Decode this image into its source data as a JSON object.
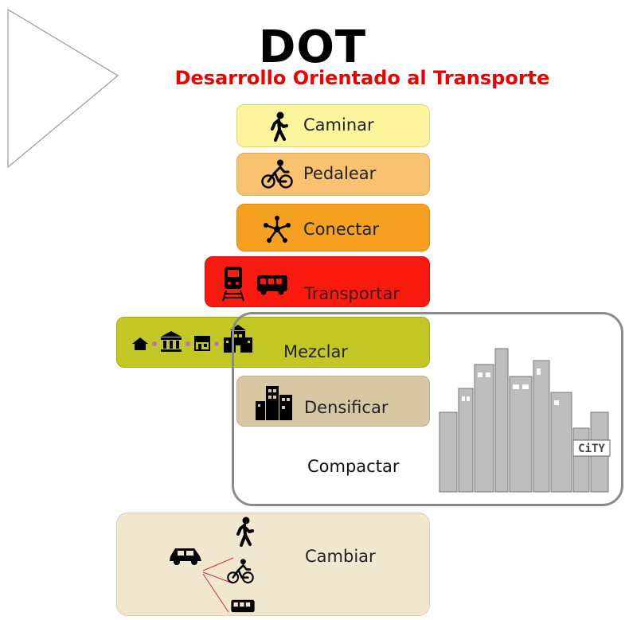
{
  "header": {
    "title": "DOT",
    "subtitle": "Desarrollo Orientado al Transporte"
  },
  "colors": {
    "title": "#000000",
    "subtitle": "#ee0000",
    "caminar": "#fdf59e",
    "pedalear": "#f8c271",
    "conectar": "#f5a020",
    "transportar": "#fb1a0f",
    "mezclar": "#c3c724",
    "densificar": "#d7c8a3",
    "cambiar": "#f1e7d0"
  },
  "steps": {
    "caminar": "Caminar",
    "pedalear": "Pedalear",
    "conectar": "Conectar",
    "transportar": "Transportar",
    "mezclar": "Mezclar",
    "densificar": "Densificar",
    "compactar": "Compactar",
    "cambiar": "Cambiar"
  },
  "icons": {
    "caminar": "walking-person-icon",
    "pedalear": "cyclist-icon",
    "conectar": "network-node-icon",
    "transportar": [
      "train-icon",
      "bus-icon"
    ],
    "mezclar": [
      "house-icon",
      "government-building-icon",
      "shop-icon",
      "school-icon"
    ],
    "densificar": "city-buildings-icon",
    "cambiar": [
      "car-icon",
      "walking-person-icon",
      "cyclist-icon",
      "bus-icon"
    ]
  },
  "city_illustration_text": "CiTY"
}
